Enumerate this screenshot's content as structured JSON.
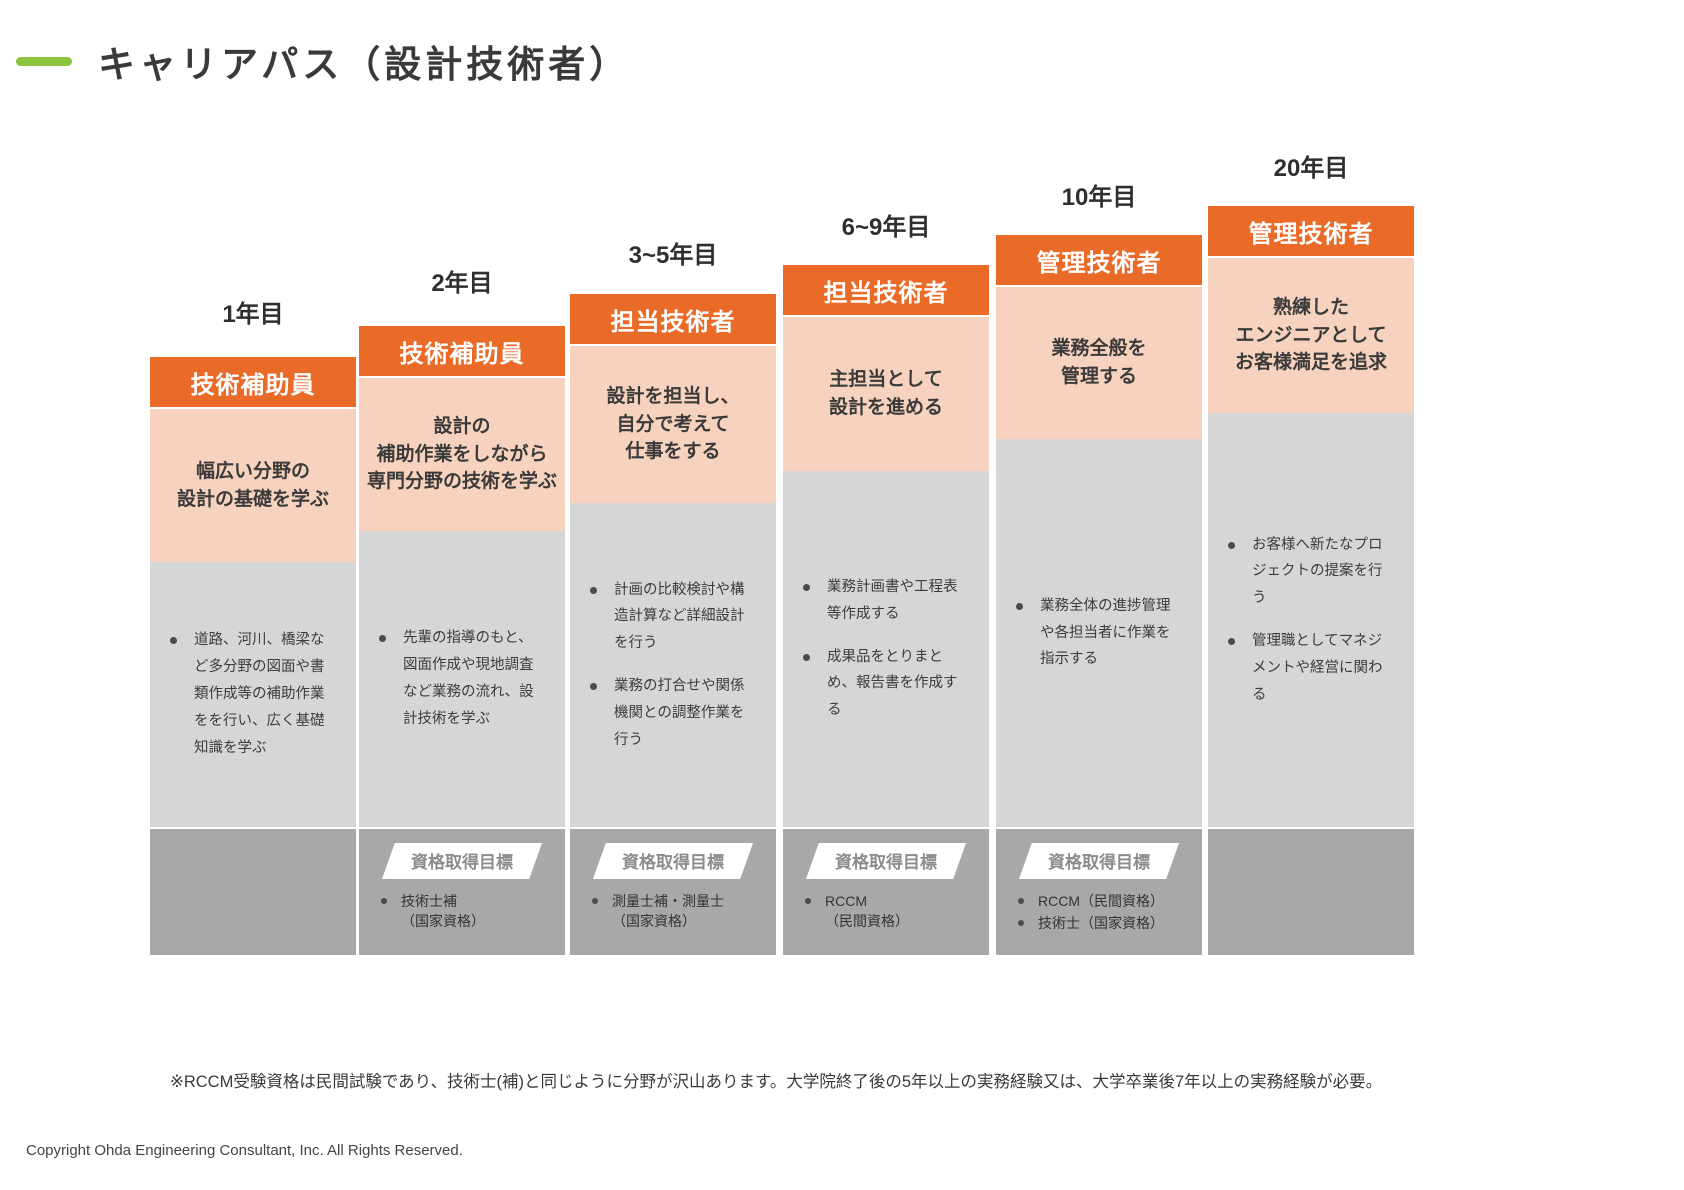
{
  "header": {
    "title": "キャリアパス（設計技術者）",
    "accent_color": "#8CC63E"
  },
  "theme": {
    "role_bar_color": "#EA6A28",
    "summary_color": "#F7D3BF",
    "duties_color": "#D6D6D6",
    "cert_band_color": "#A8A8A8",
    "cert_badge_label": "資格取得目標"
  },
  "columns": [
    {
      "year": "1年目",
      "role": "技術補助員",
      "summary": "幅広い分野の\n設計の基礎を学ぶ",
      "duties": [
        "道路、河川、橋梁など多分野の図面や書類作成等の補助作業をを行い、広く基礎知識を学ぶ"
      ],
      "certifications": []
    },
    {
      "year": "2年目",
      "role": "技術補助員",
      "summary": "設計の\n補助作業をしながら\n専門分野の技術を学ぶ",
      "duties": [
        "先輩の指導のもと、図面作成や現地調査など業務の流れ、設計技術を学ぶ"
      ],
      "certifications": [
        "技術士補\n（国家資格）"
      ]
    },
    {
      "year": "3~5年目",
      "role": "担当技術者",
      "summary": "設計を担当し、\n自分で考えて\n仕事をする",
      "duties": [
        "計画の比較検討や構造計算など詳細設計を行う",
        "業務の打合せや関係機関との調整作業を行う"
      ],
      "certifications": [
        "測量士補・測量士\n（国家資格）"
      ]
    },
    {
      "year": "6~9年目",
      "role": "担当技術者",
      "summary": "主担当として\n設計を進める",
      "duties": [
        "業務計画書や工程表等作成する",
        "成果品をとりまとめ、報告書を作成する"
      ],
      "certifications": [
        "RCCM\n（民間資格）"
      ]
    },
    {
      "year": "10年目",
      "role": "管理技術者",
      "summary": "業務全般を\n管理する",
      "duties": [
        "業務全体の進捗管理や各担当者に作業を指示する"
      ],
      "certifications": [
        "RCCM（民間資格）",
        "技術士（国家資格）"
      ]
    },
    {
      "year": "20年目",
      "role": "管理技術者",
      "summary": "熟練した\nエンジニアとして\nお客様満足を追求",
      "duties": [
        "お客様へ新たなプロジェクトの提案を行う",
        "管理職としてマネジメントや経営に関わる"
      ],
      "certifications": []
    }
  ],
  "footnote": "※RCCM受験資格は民間試験であり、技術士(補)と同じように分野が沢山あります。大学院終了後の5年以上の実務経験又は、大学卒業後7年以上の実務経験が必要。",
  "copyright": "Copyright Ohda Engineering Consultant, Inc. All Rights Reserved."
}
